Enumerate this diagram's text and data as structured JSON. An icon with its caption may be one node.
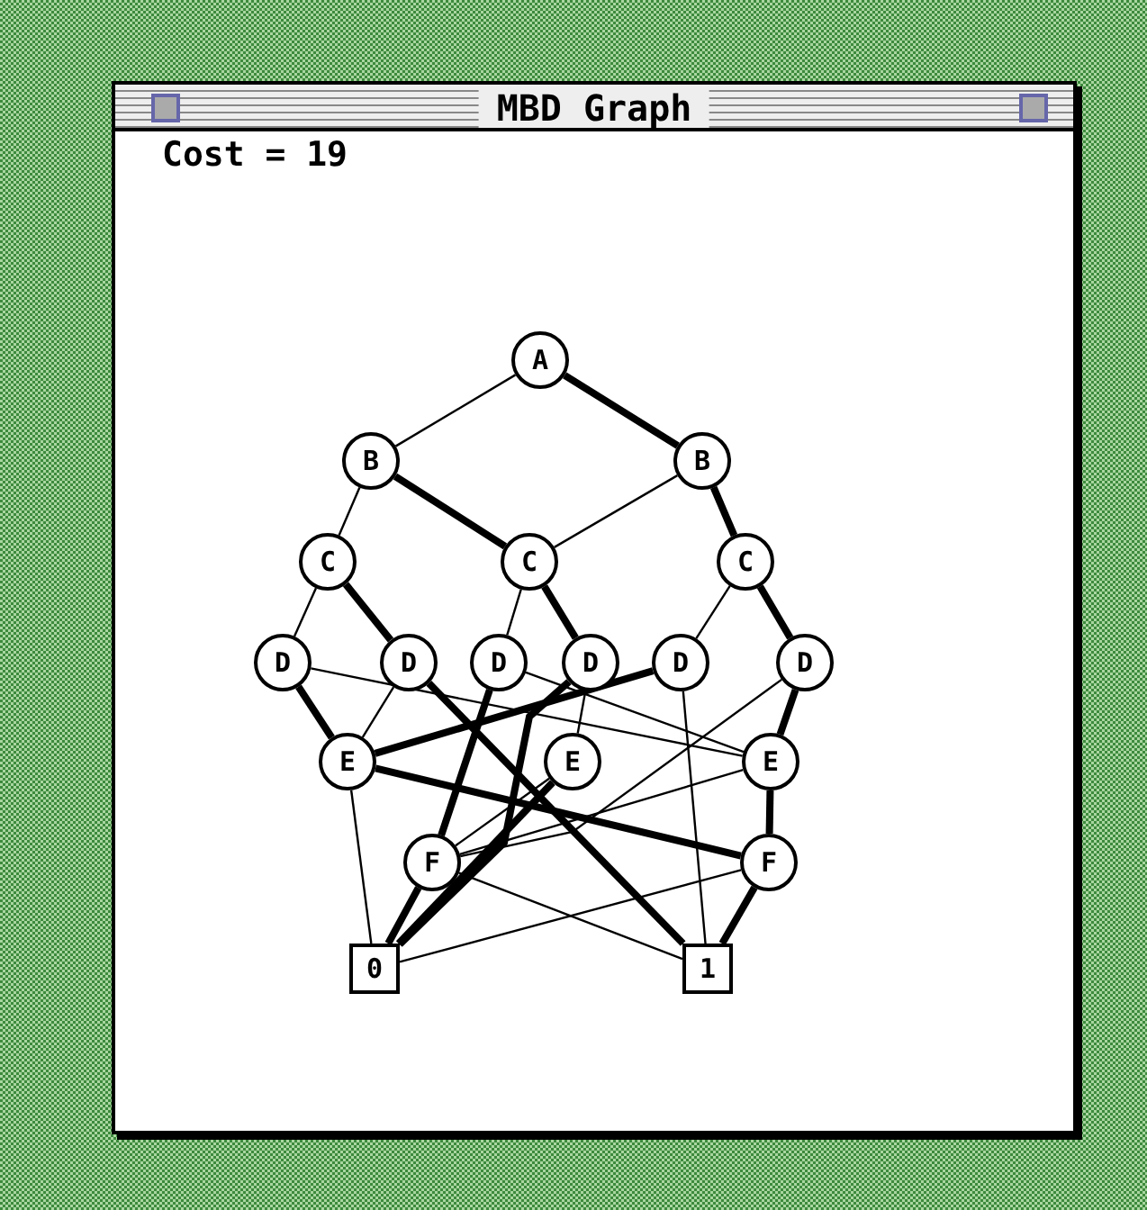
{
  "diagram": {
    "title": "MBD Graph",
    "nodes": [
      {
        "text": [
          "A"
        ]
      },
      {
        "text": [
          "B"
        ]
      },
      {
        "text": [
          "B"
        ]
      },
      {
        "text": [
          "C"
        ]
      },
      {
        "text": [
          "C"
        ]
      },
      {
        "text": [
          "C"
        ]
      },
      {
        "text": [
          "D"
        ]
      },
      {
        "text": [
          "D"
        ]
      },
      {
        "text": [
          "D"
        ]
      },
      {
        "text": [
          "D"
        ]
      },
      {
        "text": [
          "D"
        ]
      },
      {
        "text": [
          "D"
        ]
      },
      {
        "text": [
          "E"
        ]
      },
      {
        "text": [
          "E"
        ]
      },
      {
        "text": [
          "E"
        ]
      },
      {
        "text": [
          "F"
        ]
      },
      {
        "text": [
          "F"
        ]
      },
      {
        "text": [
          "0"
        ]
      },
      {
        "text": [
          "1"
        ]
      }
    ],
    "edges": [
      {
        "from": 0,
        "to": 1,
        "arrow": "none"
      },
      {
        "from": 0,
        "to": 2,
        "arrow": "none",
        "style": "thick"
      },
      {
        "from": 1,
        "to": 3,
        "arrow": "none"
      },
      {
        "from": 1,
        "to": 4,
        "arrow": "none",
        "style": "thick"
      },
      {
        "from": 2,
        "to": 4,
        "arrow": "none"
      },
      {
        "from": 2,
        "to": 5,
        "arrow": "none",
        "style": "thick"
      },
      {
        "from": 3,
        "to": 6,
        "arrow": "none"
      },
      {
        "from": 3,
        "to": 7,
        "arrow": "none",
        "style": "thick"
      },
      {
        "from": 4,
        "to": 8,
        "arrow": "none"
      },
      {
        "from": 4,
        "to": 9,
        "arrow": "none",
        "style": "thick"
      },
      {
        "from": 5,
        "to": 10,
        "arrow": "none"
      },
      {
        "from": 5,
        "to": 11,
        "arrow": "none",
        "style": "thick"
      },
      {
        "from": 6,
        "to": 12,
        "arrow": "none",
        "style": "thick"
      },
      {
        "from": 6,
        "to": 14,
        "arrow": "none"
      },
      {
        "from": 7,
        "to": 12,
        "arrow": "none"
      },
      {
        "from": 7,
        "to": 18,
        "arrow": "none",
        "style": "thick"
      },
      {
        "from": 8,
        "to": 15,
        "arrow": "none",
        "style": "thick"
      },
      {
        "from": 8,
        "to": 14,
        "arrow": "none"
      },
      {
        "from": 9,
        "to": 17,
        "arrow": "none",
        "style": "thick"
      },
      {
        "from": 9,
        "to": 13,
        "arrow": "none"
      },
      {
        "from": 10,
        "to": 12,
        "arrow": "none",
        "style": "thick"
      },
      {
        "from": 10,
        "to": 18,
        "arrow": "none"
      },
      {
        "from": 11,
        "to": 14,
        "arrow": "none",
        "style": "thick"
      },
      {
        "from": 11,
        "to": 15,
        "arrow": "none"
      },
      {
        "from": 12,
        "to": 16,
        "arrow": "none",
        "style": "thick"
      },
      {
        "from": 12,
        "to": 17,
        "arrow": "none"
      },
      {
        "from": 13,
        "to": 15,
        "arrow": "none"
      },
      {
        "from": 13,
        "to": 17,
        "arrow": "none",
        "style": "thick"
      },
      {
        "from": 14,
        "to": 16,
        "arrow": "none",
        "style": "thick"
      },
      {
        "from": 14,
        "to": 15,
        "arrow": "none"
      },
      {
        "from": 15,
        "to": 17,
        "arrow": "none",
        "style": "thick"
      },
      {
        "from": 15,
        "to": 18,
        "arrow": "none"
      },
      {
        "from": 16,
        "to": 17,
        "arrow": "none"
      },
      {
        "from": 16,
        "to": 18,
        "arrow": "none",
        "style": "thick"
      }
    ],
    "labels": [
      "Cost = 19"
    ]
  }
}
